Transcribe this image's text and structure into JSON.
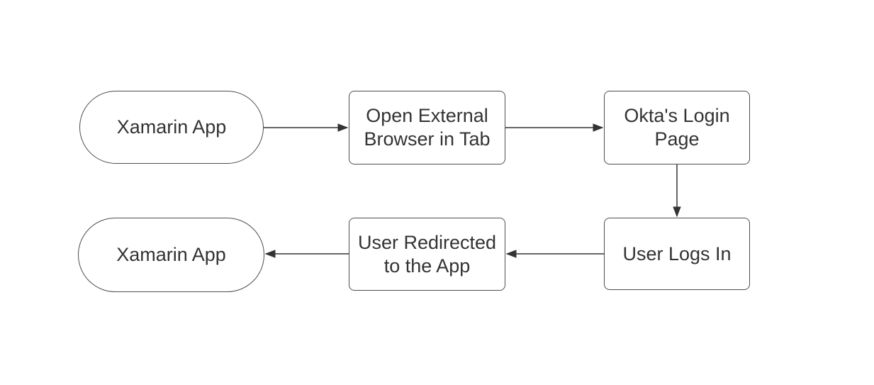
{
  "diagram": {
    "colors": {
      "background": "#ffffff",
      "node_fill": "#ffffff",
      "node_border": "#4d4d4d",
      "text": "#333333",
      "arrow": "#333333"
    },
    "nodes": [
      {
        "id": "xamarin-app-start",
        "shape": "stadium",
        "label": "Xamarin App"
      },
      {
        "id": "open-external-browser",
        "shape": "rounded-rectangle",
        "label": "Open External\nBrowser in Tab"
      },
      {
        "id": "okta-login-page",
        "shape": "rounded-rectangle",
        "label": "Okta's Login\nPage"
      },
      {
        "id": "user-logs-in",
        "shape": "rounded-rectangle",
        "label": "User Logs In"
      },
      {
        "id": "user-redirected",
        "shape": "rounded-rectangle",
        "label": "User Redirected\nto the App"
      },
      {
        "id": "xamarin-app-end",
        "shape": "stadium",
        "label": "Xamarin App"
      }
    ],
    "edges": [
      {
        "from": "xamarin-app-start",
        "to": "open-external-browser",
        "direction": "right"
      },
      {
        "from": "open-external-browser",
        "to": "okta-login-page",
        "direction": "right"
      },
      {
        "from": "okta-login-page",
        "to": "user-logs-in",
        "direction": "down"
      },
      {
        "from": "user-logs-in",
        "to": "user-redirected",
        "direction": "left"
      },
      {
        "from": "user-redirected",
        "to": "xamarin-app-end",
        "direction": "left"
      }
    ]
  }
}
